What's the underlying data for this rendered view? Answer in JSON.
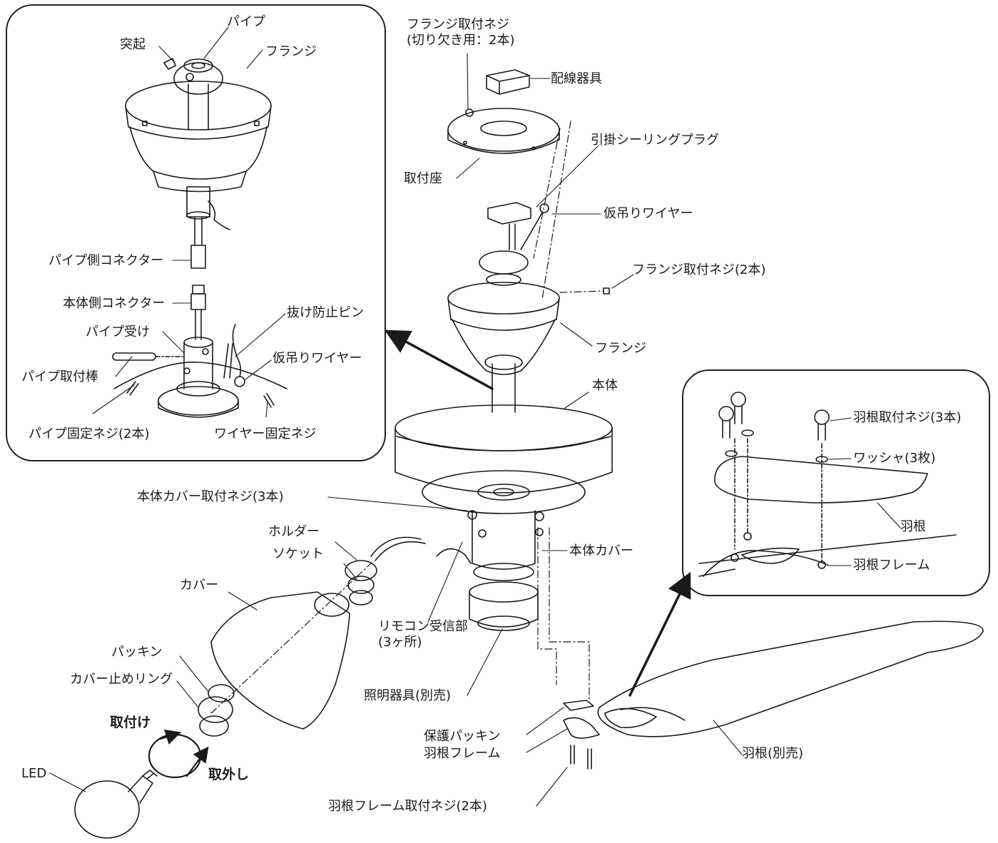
{
  "labels": {
    "protrusion": "突起",
    "pipe": "パイプ",
    "flange_inset": "フランジ",
    "pipe_side_connector": "パイプ側コネクター",
    "body_side_connector": "本体側コネクター",
    "pipe_receiver": "パイプ受け",
    "anti_slip_pin": "抜け防止ピン",
    "pipe_mount_rod": "パイプ取付棒",
    "temp_wire_inset": "仮吊りワイヤー",
    "pipe_fix_screw": "パイプ固定ネジ(2本)",
    "wire_fix_screw": "ワイヤー固定ネジ",
    "flange_screw_notch_line1": "フランジ取付ネジ",
    "flange_screw_notch_line2": "(切り欠き用：2本)",
    "wiring_fixture": "配線器具",
    "ceiling_plug": "引掛シーリングプラグ",
    "mount_base": "取付座",
    "temp_wire": "仮吊りワイヤー",
    "flange_screw": "フランジ取付ネジ(2本)",
    "flange": "フランジ",
    "body": "本体",
    "body_cover_screw": "本体カバー取付ネジ(3本)",
    "holder": "ホルダー",
    "socket": "ソケット",
    "body_cover": "本体カバー",
    "cover": "カバー",
    "remote_receiver_line1": "リモコン受信部",
    "remote_receiver_line2": "(3ヶ所)",
    "packing": "パッキン",
    "cover_ring": "カバー止めリング",
    "attach": "取付け",
    "lighting_fixture": "照明器具(別売)",
    "protective_packing": "保護パッキン",
    "blade_frame": "羽根フレーム",
    "remove": "取外し",
    "led": "LED",
    "blade_separate": "羽根(別売)",
    "blade_frame_screw": "羽根フレーム取付ネジ(2本)",
    "blade_screw": "羽根取付ネジ(3本)",
    "washer": "ワッシャ(3枚)",
    "blade": "羽根",
    "blade_frame_inset": "羽根フレーム"
  }
}
